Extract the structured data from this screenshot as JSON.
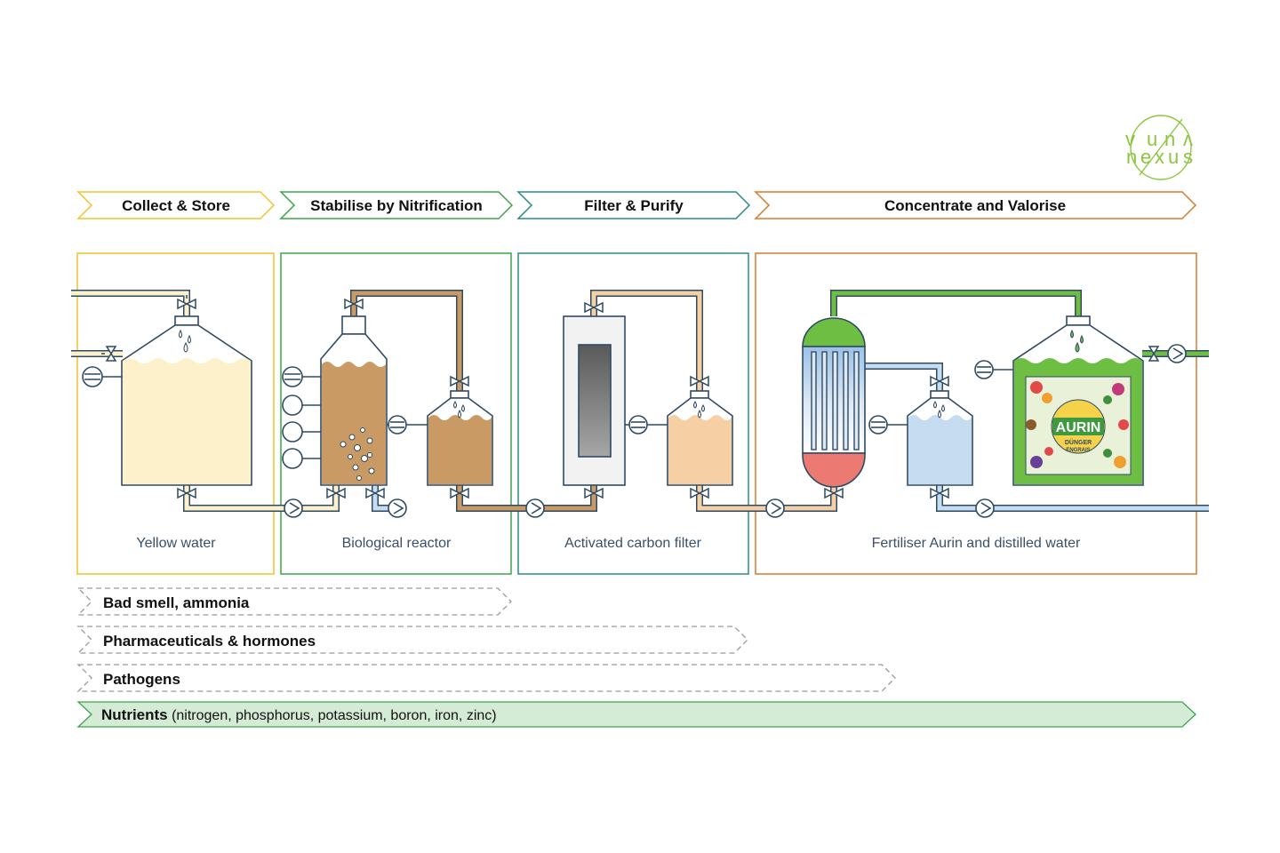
{
  "stages": [
    {
      "id": "collect",
      "title": "Collect & Store",
      "unit": "Yellow water",
      "color": "#f2c230"
    },
    {
      "id": "stabilise",
      "title": "Stabilise by Nitrification",
      "unit": "Biological reactor",
      "color": "#3fa34d"
    },
    {
      "id": "filter",
      "title": "Filter & Purify",
      "unit": "Activated carbon filter",
      "color": "#2a8a86"
    },
    {
      "id": "concentrate",
      "title": "Concentrate and Valorise",
      "unit": "Fertiliser Aurin and distilled water",
      "color": "#d97a2b"
    }
  ],
  "bands": [
    {
      "id": "smell",
      "label": "Bad smell, ammonia",
      "detail": ""
    },
    {
      "id": "pharma",
      "label": "Pharmaceuticals & hormones",
      "detail": ""
    },
    {
      "id": "pathogens",
      "label": "Pathogens",
      "detail": ""
    },
    {
      "id": "nutrients",
      "label": "Nutrients",
      "detail": " (nitrogen, phosphorus, potassium, boron, iron, zinc)"
    }
  ],
  "logo": {
    "line1": [
      "v",
      "u",
      "n",
      "ʌ"
    ],
    "line2": [
      "n",
      "e",
      "x",
      "u",
      "s"
    ],
    "color": "#8cc63f"
  },
  "product_label": {
    "brand": "AURIN",
    "subtitle1": "DÜNGER",
    "subtitle2": "ENGRAIS"
  },
  "colors": {
    "yellow_water": "#fdf1cc",
    "brown_liquid": "#c99a63",
    "peach_liquid": "#f7cfa4",
    "light_blue": "#c6dcf0",
    "green_fertiliser": "#6fbe44",
    "pipe_dark": "#2f4a63",
    "nutrient_band": "#d4ecd6"
  }
}
